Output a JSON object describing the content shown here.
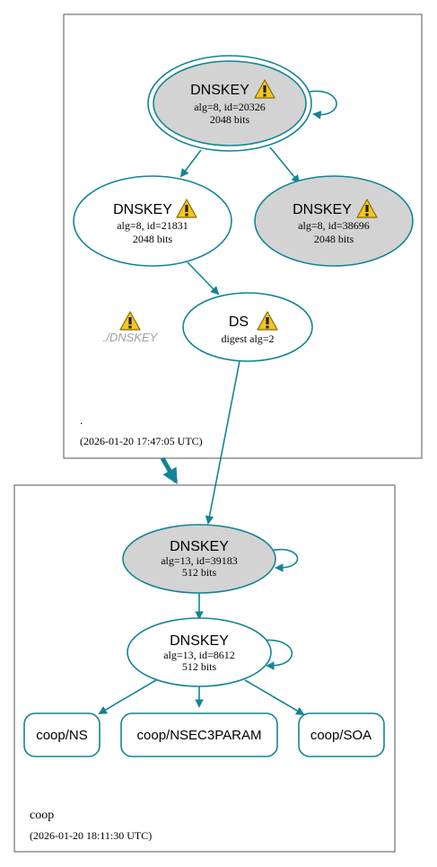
{
  "colors": {
    "edge": "#138496",
    "node_fill_gray": "#d3d3d3",
    "node_fill_white": "#ffffff",
    "zone_border": "#555555",
    "warning_yellow": "#f3c623",
    "warning_border": "#8a6d00",
    "ghost_text": "#a0a0a0"
  },
  "zones": {
    "root": {
      "name": ".",
      "timestamp": "(2026-01-20 17:47:05 UTC)"
    },
    "coop": {
      "name": "coop",
      "timestamp": "(2026-01-20 18:11:30 UTC)"
    }
  },
  "nodes": {
    "root_ksk": {
      "title": "DNSKEY",
      "line1": "alg=8, id=20326",
      "line2": "2048 bits",
      "warning": true,
      "selfloop": true
    },
    "root_zsk1": {
      "title": "DNSKEY",
      "line1": "alg=8, id=21831",
      "line2": "2048 bits",
      "warning": true
    },
    "root_zsk2": {
      "title": "DNSKEY",
      "line1": "alg=8, id=38696",
      "line2": "2048 bits",
      "warning": true
    },
    "ds": {
      "title": "DS",
      "line1": "digest alg=2",
      "warning": true
    },
    "ghost": {
      "label": "./DNSKEY",
      "warning": true
    },
    "coop_ksk": {
      "title": "DNSKEY",
      "line1": "alg=13, id=39183",
      "line2": "512 bits",
      "selfloop": true
    },
    "coop_zsk": {
      "title": "DNSKEY",
      "line1": "alg=13, id=8612",
      "line2": "512 bits",
      "selfloop": true
    },
    "rr_ns": {
      "label": "coop/NS"
    },
    "rr_nsec3param": {
      "label": "coop/NSEC3PARAM"
    },
    "rr_soa": {
      "label": "coop/SOA"
    }
  }
}
